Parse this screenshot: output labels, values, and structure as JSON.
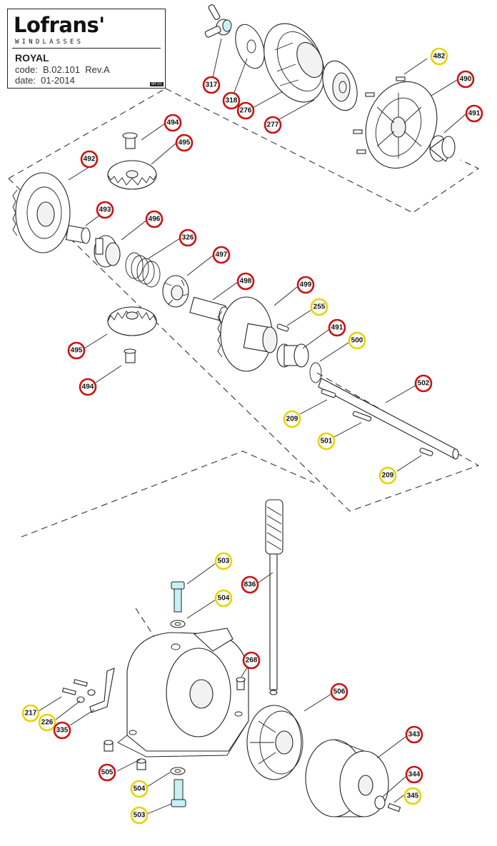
{
  "title_block": {
    "brand": "Lofrans'",
    "brand_tagline": "WINDLASSES",
    "model": "ROYAL",
    "code_line": "code:  B.02.101  Rev.A",
    "date_line": "date:  01-2014",
    "sheet_ref": "SH 1/1"
  },
  "colors": {
    "red_ring": "#cc1111",
    "yellow_ring": "#e6d400",
    "line": "#222222",
    "highlight_part": "#c8f0f4"
  },
  "callouts": [
    {
      "id": "c-482",
      "label": "482",
      "color": "yellow"
    },
    {
      "id": "c-490",
      "label": "490",
      "color": "red"
    },
    {
      "id": "c-491a",
      "label": "491",
      "color": "red"
    },
    {
      "id": "c-317",
      "label": "317",
      "color": "red"
    },
    {
      "id": "c-318",
      "label": "318",
      "color": "red"
    },
    {
      "id": "c-276",
      "label": "276",
      "color": "red"
    },
    {
      "id": "c-277",
      "label": "277",
      "color": "red"
    },
    {
      "id": "c-494a",
      "label": "494",
      "color": "red"
    },
    {
      "id": "c-495a",
      "label": "495",
      "color": "red"
    },
    {
      "id": "c-492",
      "label": "492",
      "color": "red"
    },
    {
      "id": "c-493",
      "label": "493",
      "color": "red"
    },
    {
      "id": "c-496",
      "label": "496",
      "color": "red"
    },
    {
      "id": "c-326",
      "label": "326",
      "color": "red"
    },
    {
      "id": "c-497",
      "label": "497",
      "color": "red"
    },
    {
      "id": "c-498",
      "label": "498",
      "color": "red"
    },
    {
      "id": "c-499",
      "label": "499",
      "color": "red"
    },
    {
      "id": "c-255",
      "label": "255",
      "color": "yellow"
    },
    {
      "id": "c-491b",
      "label": "491",
      "color": "red"
    },
    {
      "id": "c-500",
      "label": "500",
      "color": "yellow"
    },
    {
      "id": "c-495b",
      "label": "495",
      "color": "red"
    },
    {
      "id": "c-494b",
      "label": "494",
      "color": "red"
    },
    {
      "id": "c-502",
      "label": "502",
      "color": "red"
    },
    {
      "id": "c-209a",
      "label": "209",
      "color": "yellow"
    },
    {
      "id": "c-501",
      "label": "501",
      "color": "yellow"
    },
    {
      "id": "c-209b",
      "label": "209",
      "color": "yellow"
    },
    {
      "id": "c-503a",
      "label": "503",
      "color": "yellow"
    },
    {
      "id": "c-504a",
      "label": "504",
      "color": "yellow"
    },
    {
      "id": "c-836",
      "label": "836",
      "color": "red"
    },
    {
      "id": "c-268",
      "label": "268",
      "color": "red"
    },
    {
      "id": "c-506",
      "label": "506",
      "color": "red"
    },
    {
      "id": "c-217",
      "label": "217",
      "color": "yellow"
    },
    {
      "id": "c-226",
      "label": "226",
      "color": "yellow"
    },
    {
      "id": "c-335",
      "label": "335",
      "color": "red"
    },
    {
      "id": "c-343",
      "label": "343",
      "color": "red"
    },
    {
      "id": "c-505",
      "label": "505",
      "color": "red"
    },
    {
      "id": "c-344",
      "label": "344",
      "color": "red"
    },
    {
      "id": "c-345",
      "label": "345",
      "color": "yellow"
    },
    {
      "id": "c-504b",
      "label": "504",
      "color": "yellow"
    },
    {
      "id": "c-503b",
      "label": "503",
      "color": "yellow"
    }
  ]
}
